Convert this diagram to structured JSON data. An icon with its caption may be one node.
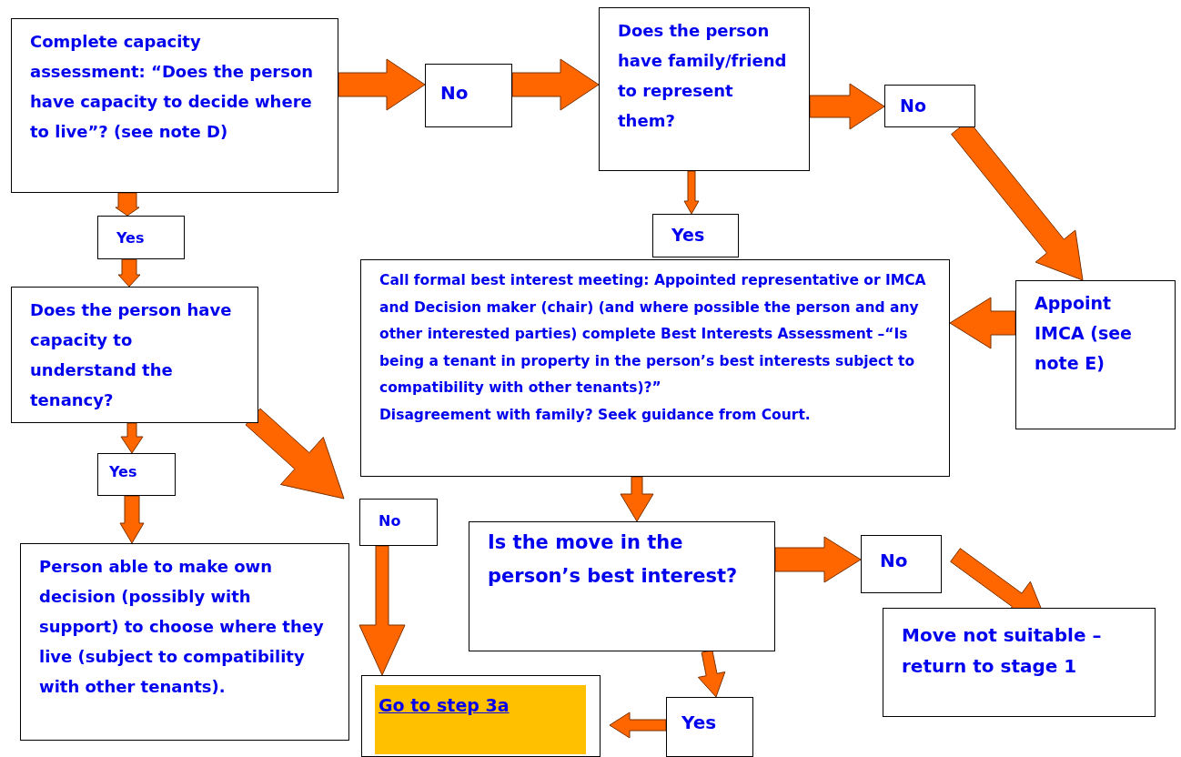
{
  "diagram": {
    "nodes": [
      {
        "text": [
          "Complete capacity assessment: “Does the person have capacity to decide where to live”? (see note D)"
        ]
      },
      {
        "text": [
          "No"
        ]
      },
      {
        "text": [
          "Does the person have family/friend to represent them?"
        ]
      },
      {
        "text": [
          "No"
        ]
      },
      {
        "text": [
          "Yes"
        ]
      },
      {
        "text": [
          "Does the person have capacity to understand the tenancy?"
        ]
      },
      {
        "text": [
          "Yes"
        ]
      },
      {
        "text": [
          "Call formal best interest meeting: Appointed representative or IMCA and Decision maker (chair) (and where possible the person and any other interested parties) complete Best Interests Assessment –“Is being a tenant in property in the person’s best interests subject to compatibility with other tenants)?”",
          "Disagreement with family?  Seek guidance from Court."
        ]
      },
      {
        "text": [
          "Appoint IMCA (see note E)"
        ]
      },
      {
        "text": [
          "Yes"
        ]
      },
      {
        "text": [
          "No"
        ]
      },
      {
        "text": [
          "Person able to make own decision (possibly with support) to choose where they live (subject to compatibility with other tenants)."
        ]
      },
      {
        "text": [
          "Is the move in the person’s best interest?"
        ]
      },
      {
        "text": [
          "No"
        ]
      },
      {
        "text": [
          "Move not suitable – return to stage 1"
        ]
      },
      {
        "text": [
          "Go to step 3a"
        ]
      },
      {
        "text": [
          "Yes"
        ]
      }
    ],
    "edges": [
      {
        "from": 0,
        "to": 1,
        "arrow": "to"
      },
      {
        "from": 1,
        "to": 2,
        "arrow": "to"
      },
      {
        "from": 2,
        "to": 3,
        "arrow": "to"
      },
      {
        "from": 0,
        "to": 4,
        "arrow": "to"
      },
      {
        "from": 4,
        "to": 5,
        "arrow": "to"
      },
      {
        "from": 2,
        "to": 6,
        "arrow": "to"
      },
      {
        "from": 3,
        "to": 8,
        "arrow": "to"
      },
      {
        "from": 8,
        "to": 7,
        "arrow": "to"
      },
      {
        "from": 5,
        "to": 9,
        "arrow": "to"
      },
      {
        "from": 9,
        "to": 11,
        "arrow": "to"
      },
      {
        "from": 5,
        "to": 10,
        "arrow": "to"
      },
      {
        "from": 10,
        "to": 15,
        "arrow": "to"
      },
      {
        "from": 7,
        "to": 12,
        "arrow": "to"
      },
      {
        "from": 12,
        "to": 13,
        "arrow": "to"
      },
      {
        "from": 13,
        "to": 14,
        "arrow": "to"
      },
      {
        "from": 12,
        "to": 16,
        "arrow": "to"
      },
      {
        "from": 16,
        "to": 15,
        "arrow": "to"
      }
    ]
  }
}
